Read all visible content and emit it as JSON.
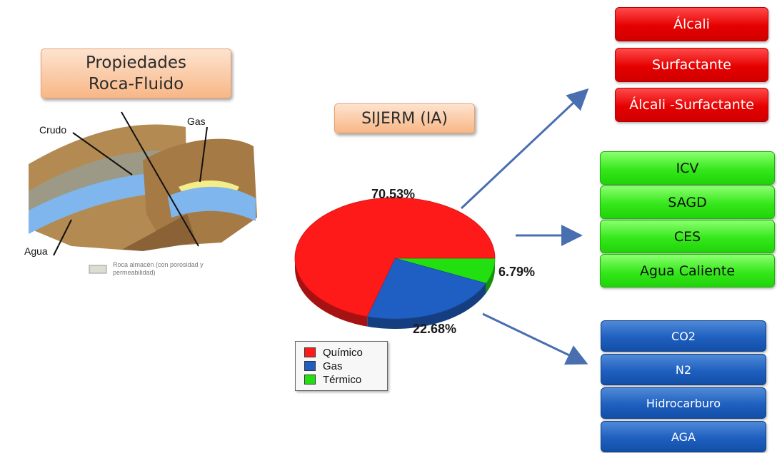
{
  "header": {
    "title_line1": "Propiedades",
    "title_line2": "Roca-Fluido",
    "model_label": "SIJERM (IA)"
  },
  "reservoir_diagram": {
    "labels": {
      "crudo": "Crudo",
      "gas": "Gas",
      "agua": "Agua"
    },
    "caption_line1": "Roca almacén (con porosidad y",
    "caption_line2": "permeabilidad)"
  },
  "chart_data": {
    "type": "pie",
    "title": "",
    "slices": [
      {
        "label": "Químico",
        "value": 70.53,
        "display": "70.53%",
        "color": "#ff1a1a"
      },
      {
        "label": "Gas",
        "value": 22.68,
        "display": "22.68%",
        "color": "#1f5fc4"
      },
      {
        "label": "Térmico",
        "value": 6.79,
        "display": "6.79%",
        "color": "#22e010"
      }
    ],
    "legend_placement": "bottom-left",
    "style": "3d-tilted"
  },
  "technologies": {
    "quimico": [
      "Álcali",
      "Surfactante",
      "Álcali -Surfactante"
    ],
    "termico": [
      "ICV",
      "SAGD",
      "CES",
      "Agua Caliente"
    ],
    "gas": [
      "CO2",
      "N2",
      "Hidrocarburo",
      "AGA"
    ]
  },
  "colors": {
    "quimico": "#e60000",
    "termico": "#35e81a",
    "gas": "#1f5fbf",
    "arrow": "#4a6fb0",
    "label_box": "#f8b786"
  }
}
